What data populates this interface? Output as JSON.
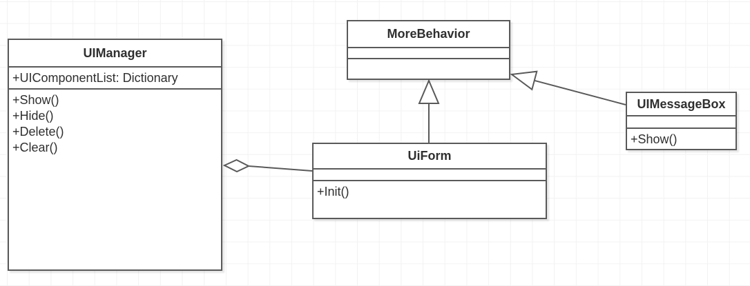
{
  "diagram": {
    "kind": "uml-class-diagram",
    "classes": [
      {
        "name": "UIManager",
        "attributes": [
          "+UIComponentList: Dictionary"
        ],
        "methods": [
          "+Show()",
          "+Hide()",
          "+Delete()",
          "+Clear()"
        ]
      },
      {
        "name": "MoreBehavior",
        "attributes": [],
        "methods": []
      },
      {
        "name": "UiForm",
        "attributes": [],
        "methods": [
          "+Init()"
        ]
      },
      {
        "name": "UIMessageBox",
        "attributes": [],
        "methods": [
          "+Show()"
        ]
      }
    ],
    "relationships": [
      {
        "type": "generalization",
        "from": "UiForm",
        "to": "MoreBehavior",
        "marker": "hollow-triangle"
      },
      {
        "type": "generalization",
        "from": "UIMessageBox",
        "to": "MoreBehavior",
        "marker": "hollow-triangle"
      },
      {
        "type": "aggregation",
        "from": "UiForm",
        "to": "UIManager",
        "marker": "hollow-diamond"
      }
    ],
    "colors": {
      "border": "#595959",
      "text": "#2f2f2f",
      "background": "#ffffff",
      "grid": "#f2f2f2"
    }
  }
}
